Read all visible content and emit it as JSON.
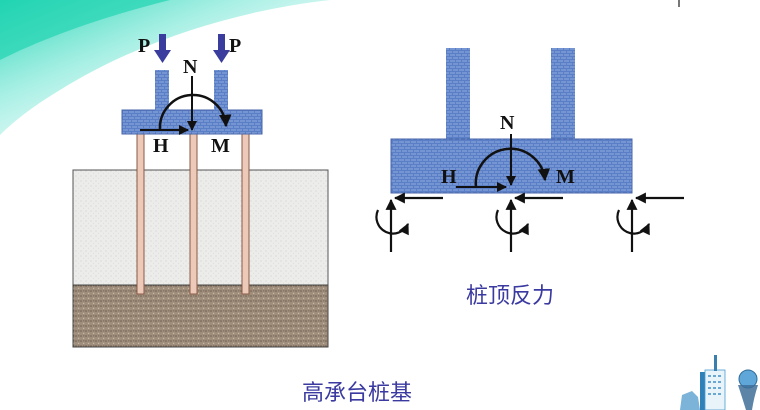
{
  "slide": {
    "captions": {
      "high_cap_pile": "高承台桩基",
      "pile_top_reaction": "桩顶反力"
    },
    "left_diagram": {
      "name": "high-cap pile foundation",
      "load_labels": {
        "p_left": "P",
        "p_right": "P",
        "n": "N",
        "h": "H",
        "m": "M"
      },
      "pile_count": 3
    },
    "right_diagram": {
      "name": "pile top reactions",
      "load_labels": {
        "n": "N",
        "h": "H",
        "m": "M"
      },
      "reaction_count": 3
    },
    "icons": {
      "decor_left": "teal-swoosh-decoration",
      "decor_right": "building-globe-decoration"
    },
    "colors": {
      "cap_fill": "#5b7fc7",
      "arrow_p": "#3a3d9e",
      "caption": "#3a3aa0",
      "soil_upper": "#e9e9e7",
      "soil_lower": "#9a8877",
      "pile": "#e8c4b4",
      "swoosh": "#27d6b4"
    }
  }
}
